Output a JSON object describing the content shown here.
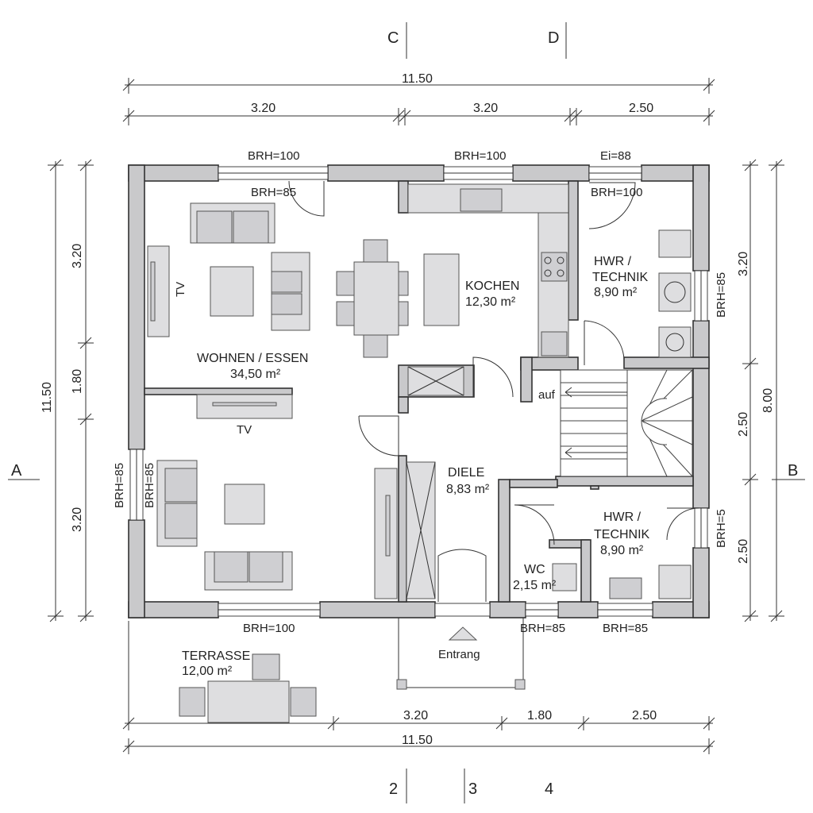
{
  "axes": {
    "top": [
      "C",
      "D"
    ],
    "bottom": [
      "2",
      "3",
      "4"
    ],
    "left": "A",
    "right": "B"
  },
  "dimensions": {
    "top_total": "11.50",
    "top_parts": [
      "3.20",
      "3.20",
      "2.50"
    ],
    "bottom_parts": [
      "3.20",
      "1.80",
      "2.50"
    ],
    "bottom_total": "11.50",
    "left_total": "11.50",
    "left_parts": [
      "3.20",
      "1.80",
      "3.20"
    ],
    "right_total": "8.00",
    "right_parts": [
      "3.20",
      "2.50",
      "2.50"
    ]
  },
  "rooms": {
    "wohnen": {
      "name": "WOHNEN / ESSEN",
      "area": "34,50 m²"
    },
    "kochen": {
      "name": "KOCHEN",
      "area": "12,30 m²"
    },
    "hwr_top": {
      "name1": "HWR /",
      "name2": "TECHNIK",
      "area": "8,90 m²"
    },
    "diele": {
      "name": "DIELE",
      "area": "8,83 m²"
    },
    "hwr_bottom": {
      "name1": "HWR /",
      "name2": "TECHNIK",
      "area": "8,90 m²"
    },
    "wc": {
      "name": "WC",
      "area": "2,15 m²"
    },
    "terrasse": {
      "name": "TERRASSE",
      "area": "12,00 m²"
    }
  },
  "window_labels": {
    "top_left": "BRH=100",
    "top_left_inner": "BRH=85",
    "top_mid": "BRH=100",
    "top_right": "Ei=88",
    "top_right_inner": "BRH=100",
    "left_outer": "BRH=85",
    "left_inner": "BRH=85",
    "right_upper": "BRH=85",
    "right_lower": "BRH=5",
    "bottom_left": "BRH=100",
    "bottom_mid": "BRH=85",
    "bottom_right": "BRH=85"
  },
  "labels": {
    "tv_upper": "TV",
    "tv_lower": "TV",
    "stair_up": "auf",
    "entrance": "Entrang"
  }
}
